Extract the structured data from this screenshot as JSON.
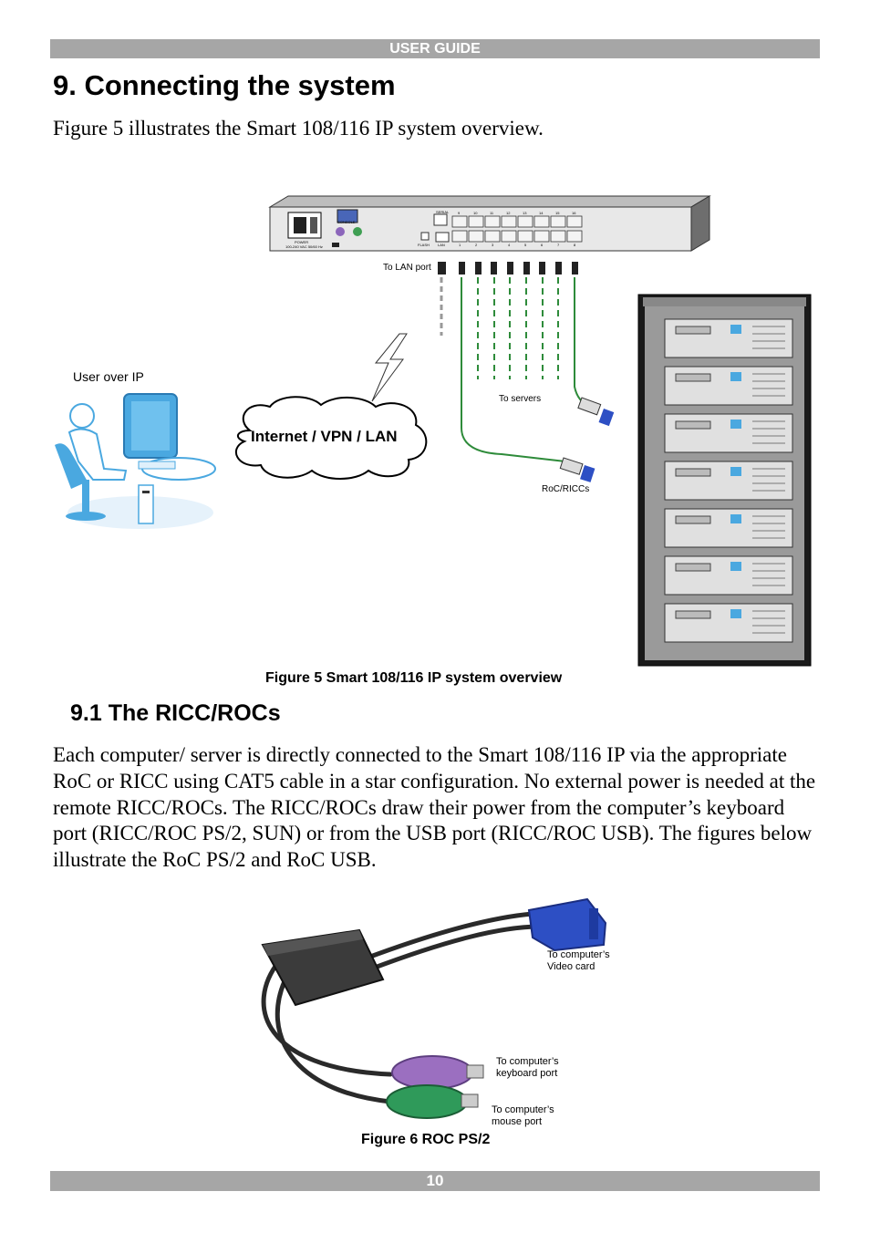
{
  "header": {
    "label": "USER GUIDE"
  },
  "section": {
    "title": "9. Connecting the system",
    "intro": "Figure 5 illustrates the Smart 108/116 IP system overview."
  },
  "figure5": {
    "caption": "Figure 5 Smart 108/116 IP system overview",
    "labels": {
      "to_lan_port": "To LAN port",
      "user_over_ip": "User over IP",
      "internet": "Internet / VPN / LAN",
      "to_servers": "To servers",
      "roc_riccs": "RoC/RICCs"
    },
    "device_labels": {
      "console": "CONSOLE",
      "power": "POWER",
      "power_spec": "100-240 VAC 50/60 Hz",
      "serial": "SERIAL",
      "flash": "FLASH",
      "lan": "LAN",
      "ports_top": [
        "9",
        "10",
        "11",
        "12",
        "13",
        "14",
        "15",
        "16"
      ],
      "ports_bottom": [
        "1",
        "2",
        "3",
        "4",
        "5",
        "6",
        "7",
        "8"
      ]
    },
    "colors": {
      "cable_green": "#2e8b3a",
      "monitor_blue": "#4aa8e0",
      "server_dark": "#1a1a1a"
    }
  },
  "subsection": {
    "title": "9.1 The RICC/ROCs",
    "body": "Each computer/ server is directly connected to the Smart 108/116 IP via the appropriate RoC or RICC using CAT5 cable in a star configuration. No external power is needed at the remote RICC/ROCs. The RICC/ROCs draw their power from the computer’s keyboard port (RICC/ROC PS/2, SUN) or from the USB port (RICC/ROC USB). The figures below illustrate the RoC PS/2 and RoC USB."
  },
  "figure6": {
    "caption": "Figure 6 ROC PS/2",
    "labels": {
      "video_line1": "To computer’s",
      "video_line2": "Video card",
      "keyboard_line1": "To computer’s",
      "keyboard_line2": "keyboard port",
      "mouse_line1": "To computer’s",
      "mouse_line2": "mouse port"
    },
    "colors": {
      "vga_blue": "#2d4fc4",
      "ps2_purple": "#9b6fc0",
      "ps2_green": "#2f9a5a"
    }
  },
  "footer": {
    "page_number": "10"
  }
}
